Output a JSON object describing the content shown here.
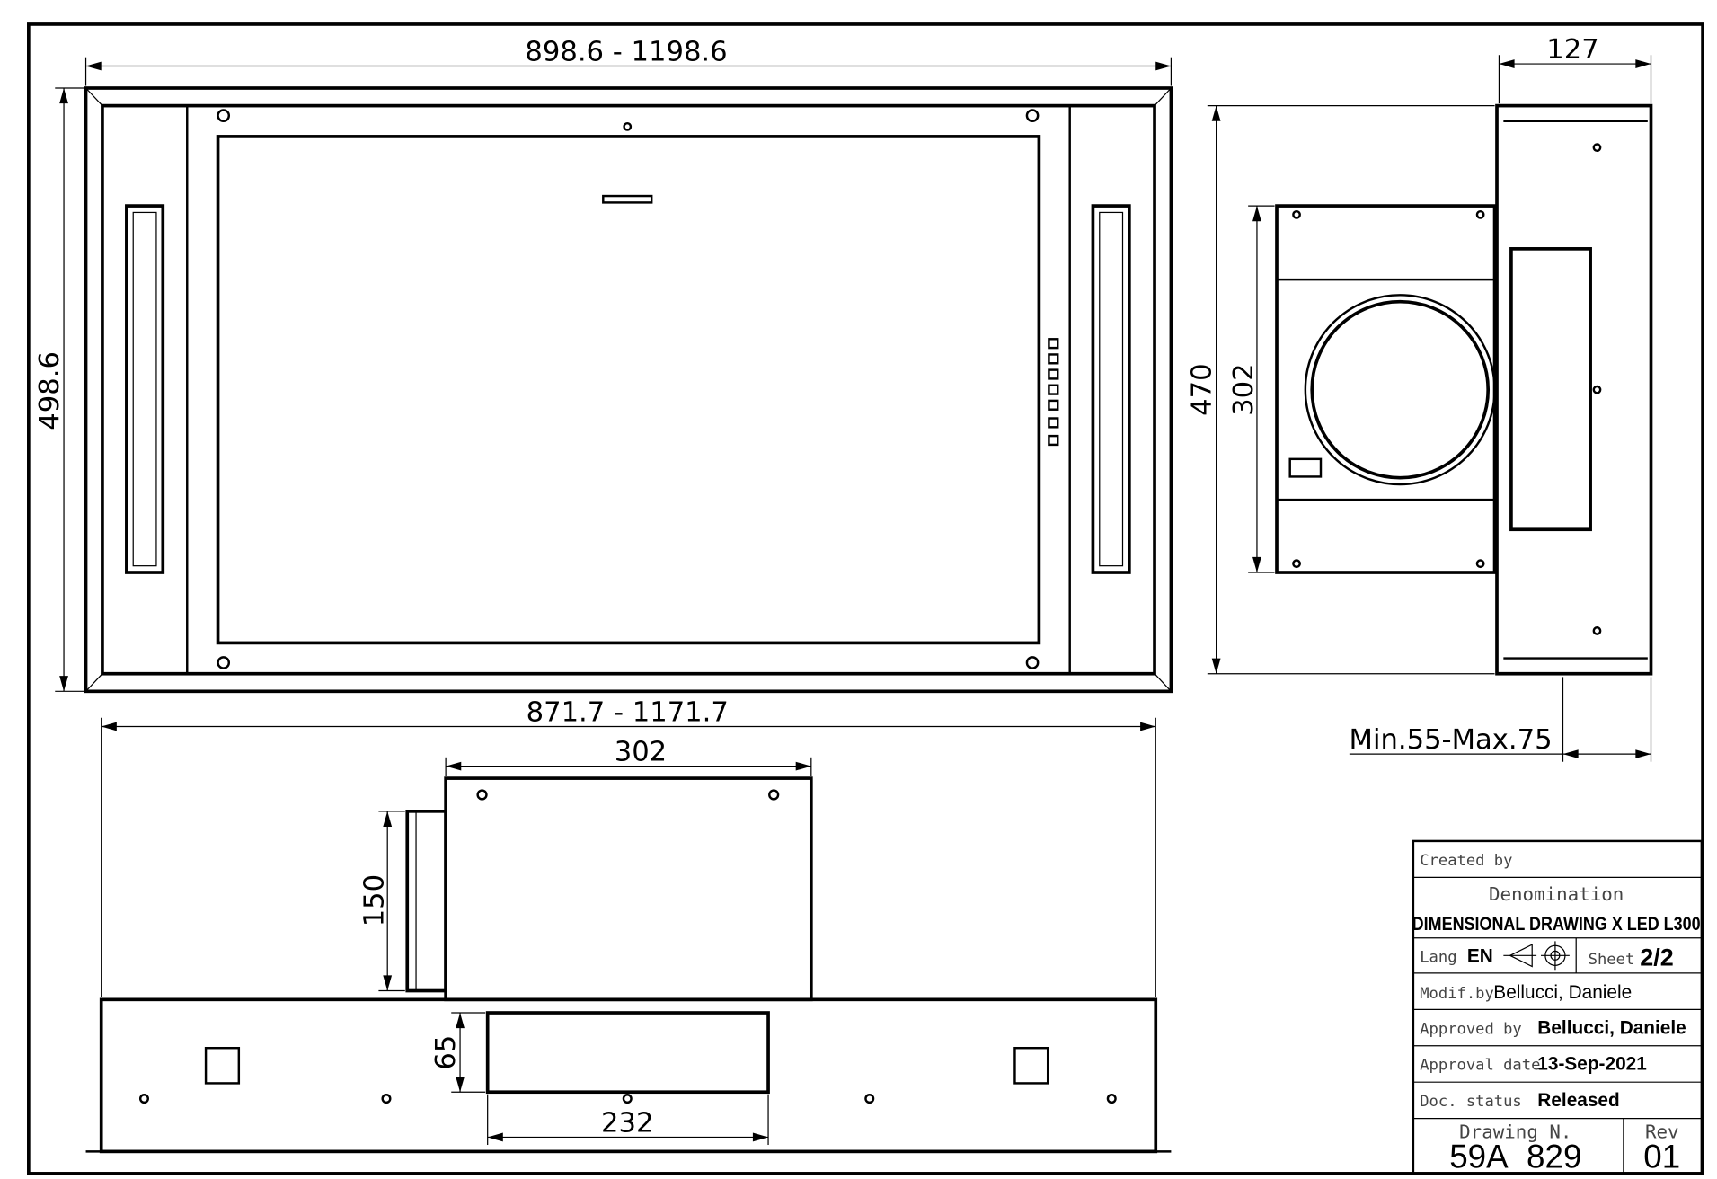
{
  "dimensions": {
    "front_width": "898.6  -  1198.6",
    "front_height": "498.6",
    "side_depth": "127",
    "side_height": "470",
    "fan_height": "302",
    "min_max": "Min.55-Max.75",
    "bottom_width": "871.7  -  1171.7",
    "motor_width": "302",
    "motor_height": "150",
    "opening_height": "65",
    "opening_width": "232"
  },
  "title_block": {
    "created_by_label": "Created by",
    "denomination_label": "Denomination",
    "denomination": "DIMENSIONAL  DRAWING  X  LED  L300",
    "lang_label": "Lang",
    "lang": "EN",
    "sheet_label": "Sheet",
    "sheet": "2/2",
    "modif_label": "Modif.by",
    "modif_by": "Bellucci,  Daniele",
    "approved_label": "Approved  by",
    "approved_by": "Bellucci, Daniele",
    "approval_date_label": "Approval  date",
    "approval_date": "13-Sep-2021",
    "status_label": "Doc.  status",
    "status": "Released",
    "drawing_label": "Drawing  N.",
    "drawing_number": "59A_829",
    "rev_label": "Rev",
    "rev": "01"
  }
}
